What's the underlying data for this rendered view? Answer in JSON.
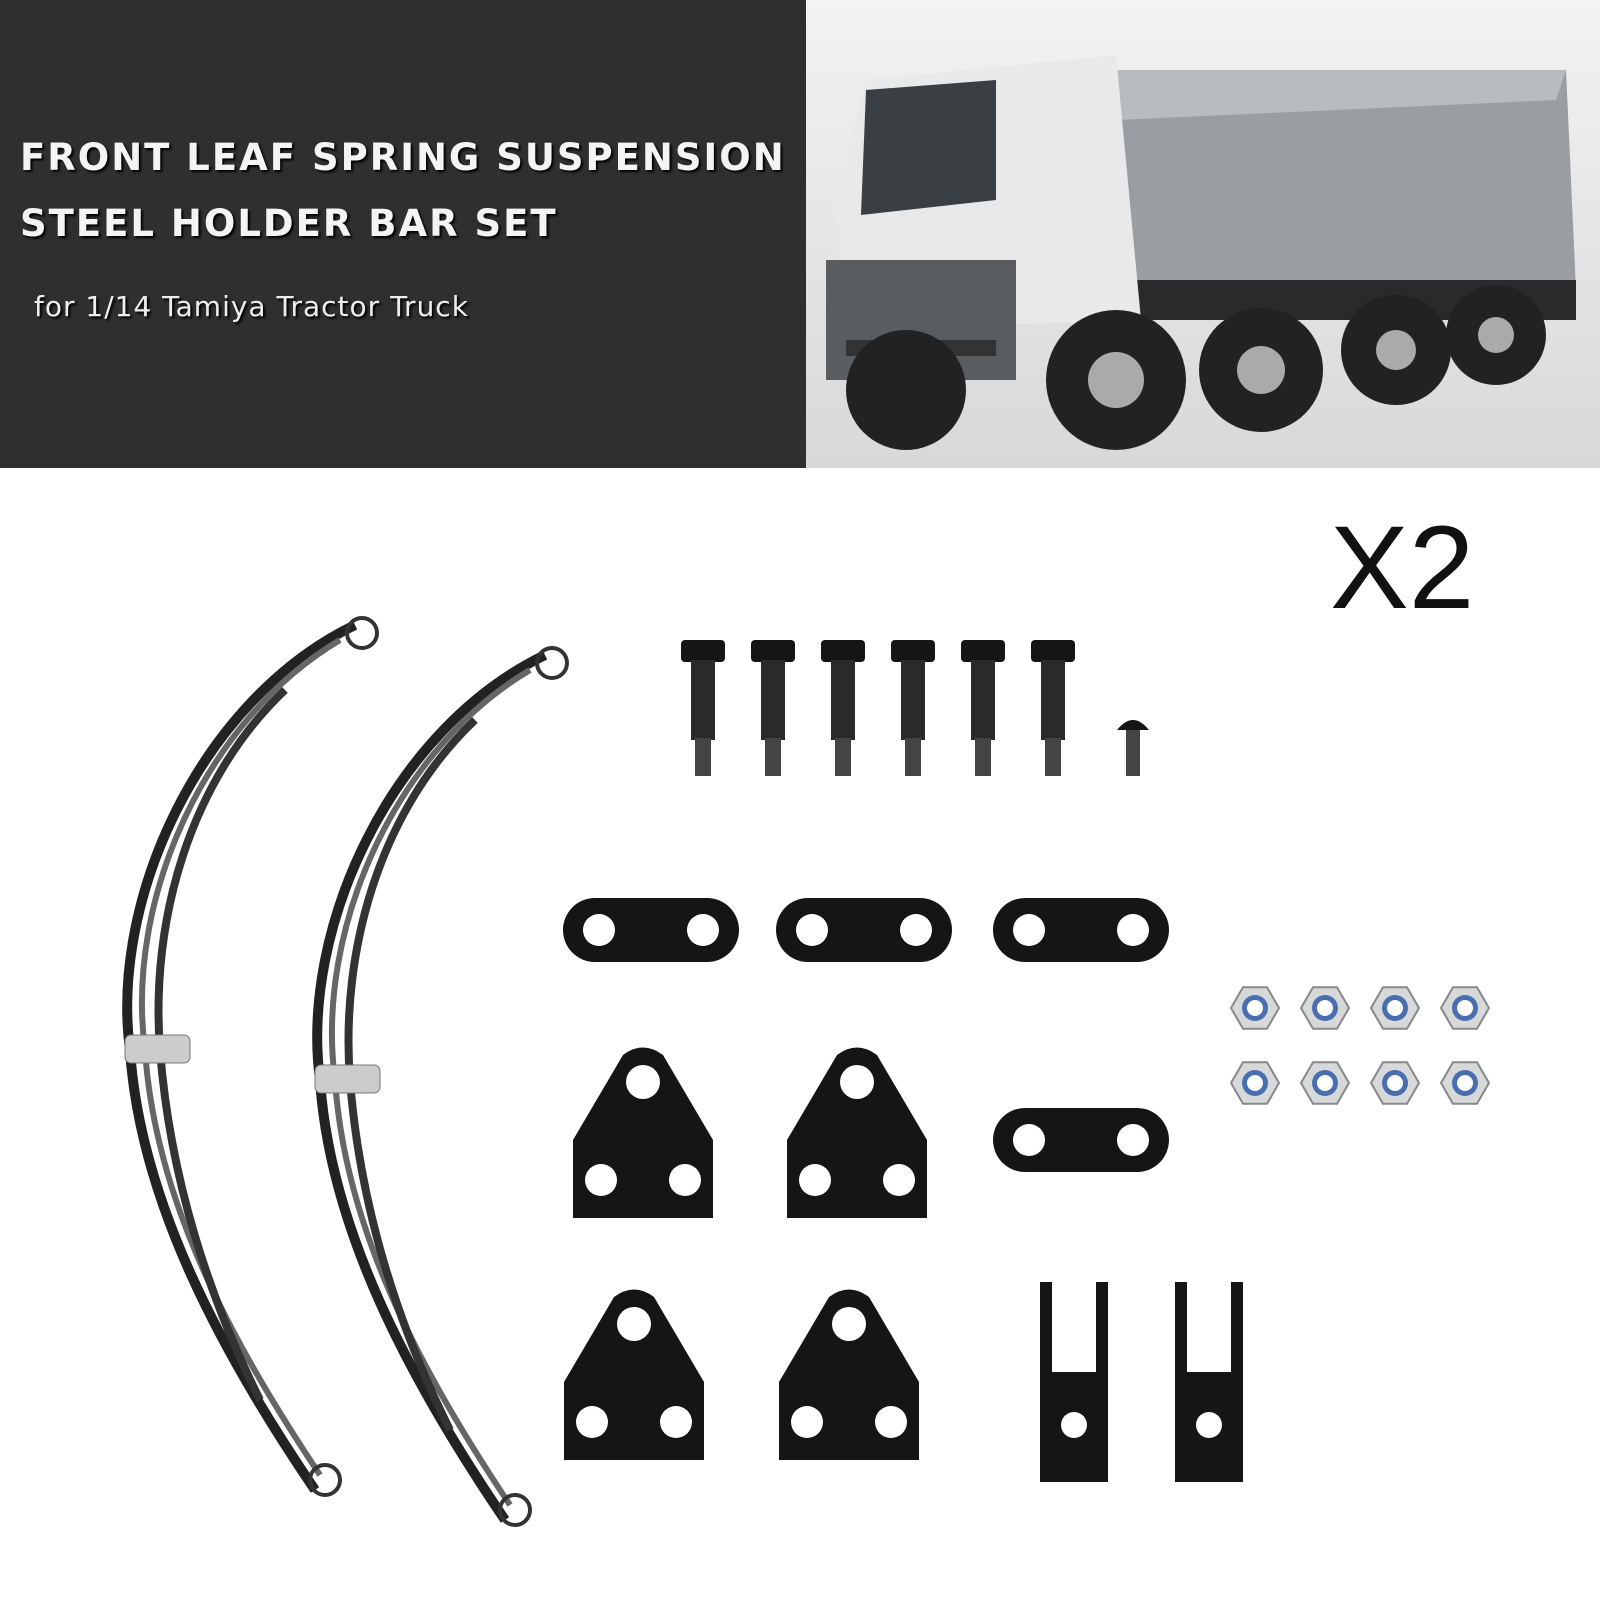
{
  "header": {
    "title_line1": "FRONT LEAF SPRING SUSPENSION",
    "title_line2": "STEEL HOLDER BAR SET",
    "subtitle": "for 1/14 Tamiya Tractor Truck"
  },
  "quantity_label": "X2",
  "parts": {
    "leaf_springs": 2,
    "long_bolts": 6,
    "short_screws": 1,
    "shackle_plates": 4,
    "triangle_brackets": 4,
    "u_brackets": 2,
    "lock_nuts": 8
  },
  "colors": {
    "header_bg": "#2f2f2f",
    "part_black": "#151515",
    "truck_body": "#9a9da1"
  }
}
